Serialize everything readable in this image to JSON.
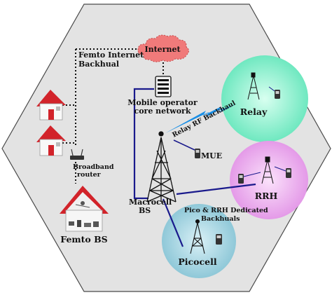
{
  "labels": {
    "femto_internet_backhaul_line1": "Femto Internet",
    "femto_internet_backhaul_line2": "Backhual",
    "internet": "Internet",
    "mobile_operator_line1": "Mobile operator",
    "mobile_operator_line2": "core network",
    "relay_rf_backhaul": "Relay RF Backhaul",
    "relay": "Relay",
    "mue": "MUE",
    "broadband_router_line1": "Broadband",
    "broadband_router_line2": "router",
    "macrocell_line1": "Macrocell",
    "macrocell_line2": "BS",
    "rrh": "RRH",
    "pico_rrh_backhaul_line1": "Pico & RRH Dedicated",
    "pico_rrh_backhaul_line2": "Backhuals",
    "femto_bs": "Femto BS",
    "picocell": "Picocell"
  },
  "colors": {
    "hexagon_fill": "#e3e3e3",
    "hexagon_stroke": "#4a4a4a",
    "relay_cell": "#7ff2cc",
    "rrh_cell": "#efb0f3",
    "pico_cell": "#a8d8e4",
    "cloud": "#f07a7a",
    "roof": "#d2232a",
    "backhaul_line": "#1a1a8c",
    "rf_bolt": "#1a8fe6"
  }
}
